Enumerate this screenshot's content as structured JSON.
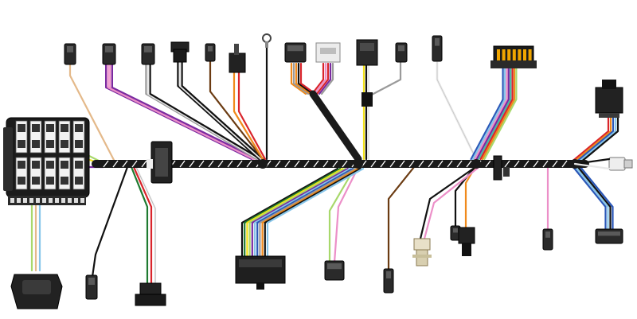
{
  "diagram": {
    "kind": "wiring-harness-illustration",
    "background": "#ffffff",
    "trunk": {
      "color": "#1a1a1a",
      "stripe": "#ffffff"
    },
    "wire_colors": {
      "black": "#111111",
      "white": "#e8e8e8",
      "gray": "#9a9a9a",
      "purple": "#7a2aa0",
      "pink": "#ec8fc8",
      "red": "#d9242b",
      "orange": "#f08a1c",
      "yellow": "#f3e21a",
      "brown": "#6b3b12",
      "tan": "#e4b98a",
      "light_green": "#a8d86b",
      "dark_green": "#1e7a30",
      "light_blue": "#88c6ea",
      "blue": "#2a57b8",
      "teal": "#45b8a8"
    },
    "components": [
      {
        "name": "fuse-box",
        "icon": "fuse-block-icon"
      },
      {
        "name": "obd-connector",
        "icon": "diagnostic-plug-icon"
      },
      {
        "name": "inline-splice-block",
        "icon": "splice-block-icon"
      },
      {
        "name": "ring-terminal",
        "icon": "ring-terminal-icon"
      },
      {
        "name": "multi-pin-header",
        "icon": "header-connector-icon"
      },
      {
        "name": "relay-connector",
        "icon": "relay-socket-icon"
      },
      {
        "name": "bulb-socket",
        "icon": "bulb-socket-icon"
      },
      {
        "name": "inline-fuse-holder",
        "icon": "fuse-holder-icon"
      }
    ]
  }
}
